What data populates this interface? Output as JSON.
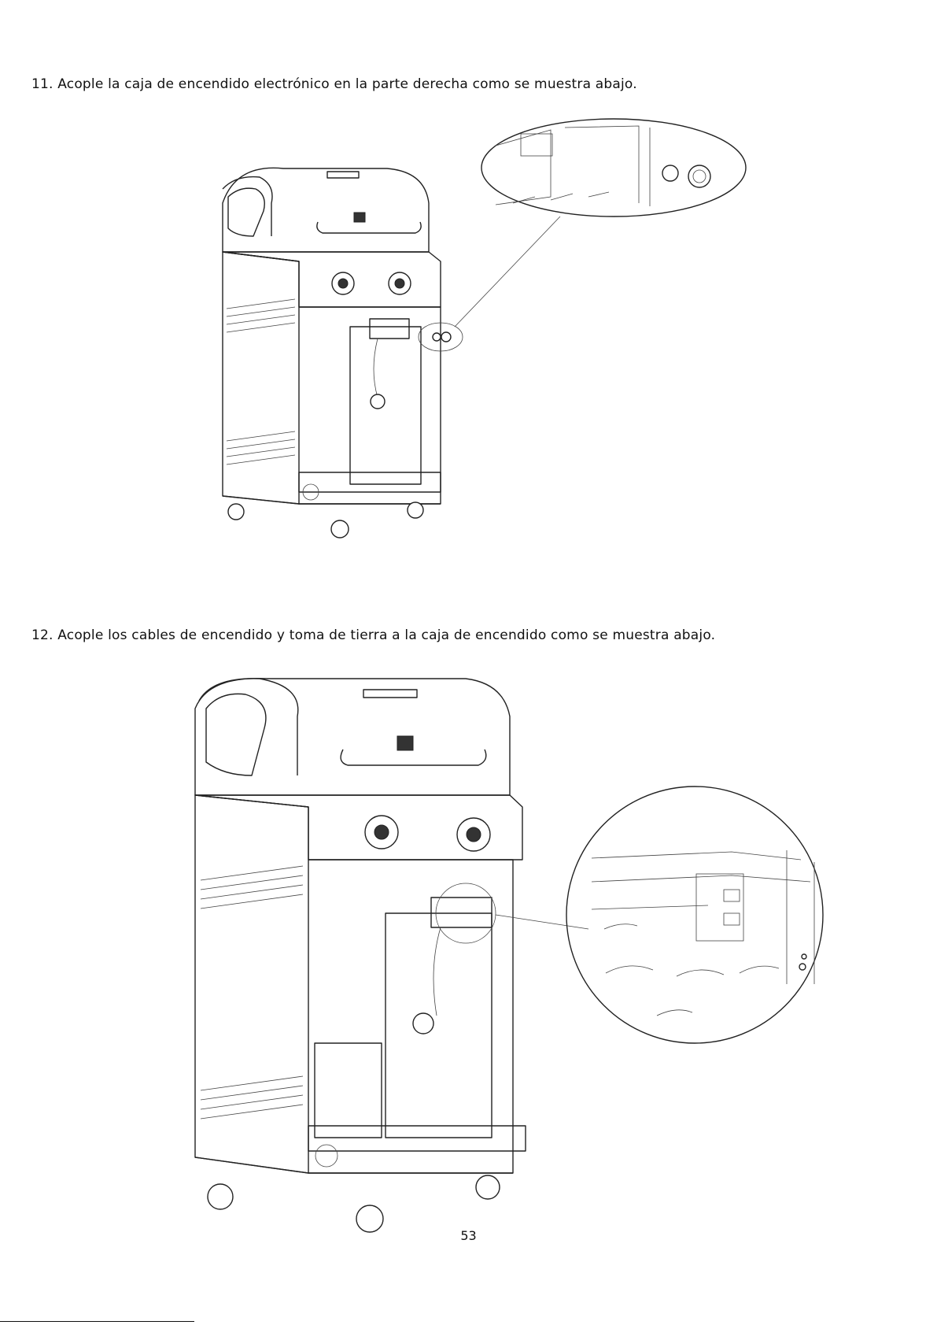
{
  "steps": [
    {
      "number": "11.",
      "text": "Acople la caja de encendido electrónico en la parte derecha como se muestra abajo."
    },
    {
      "number": "12.",
      "text": "Acople los cables de encendido y toma de tierra a la caja de encendido como se muestra abajo."
    }
  ],
  "page_number": "53"
}
